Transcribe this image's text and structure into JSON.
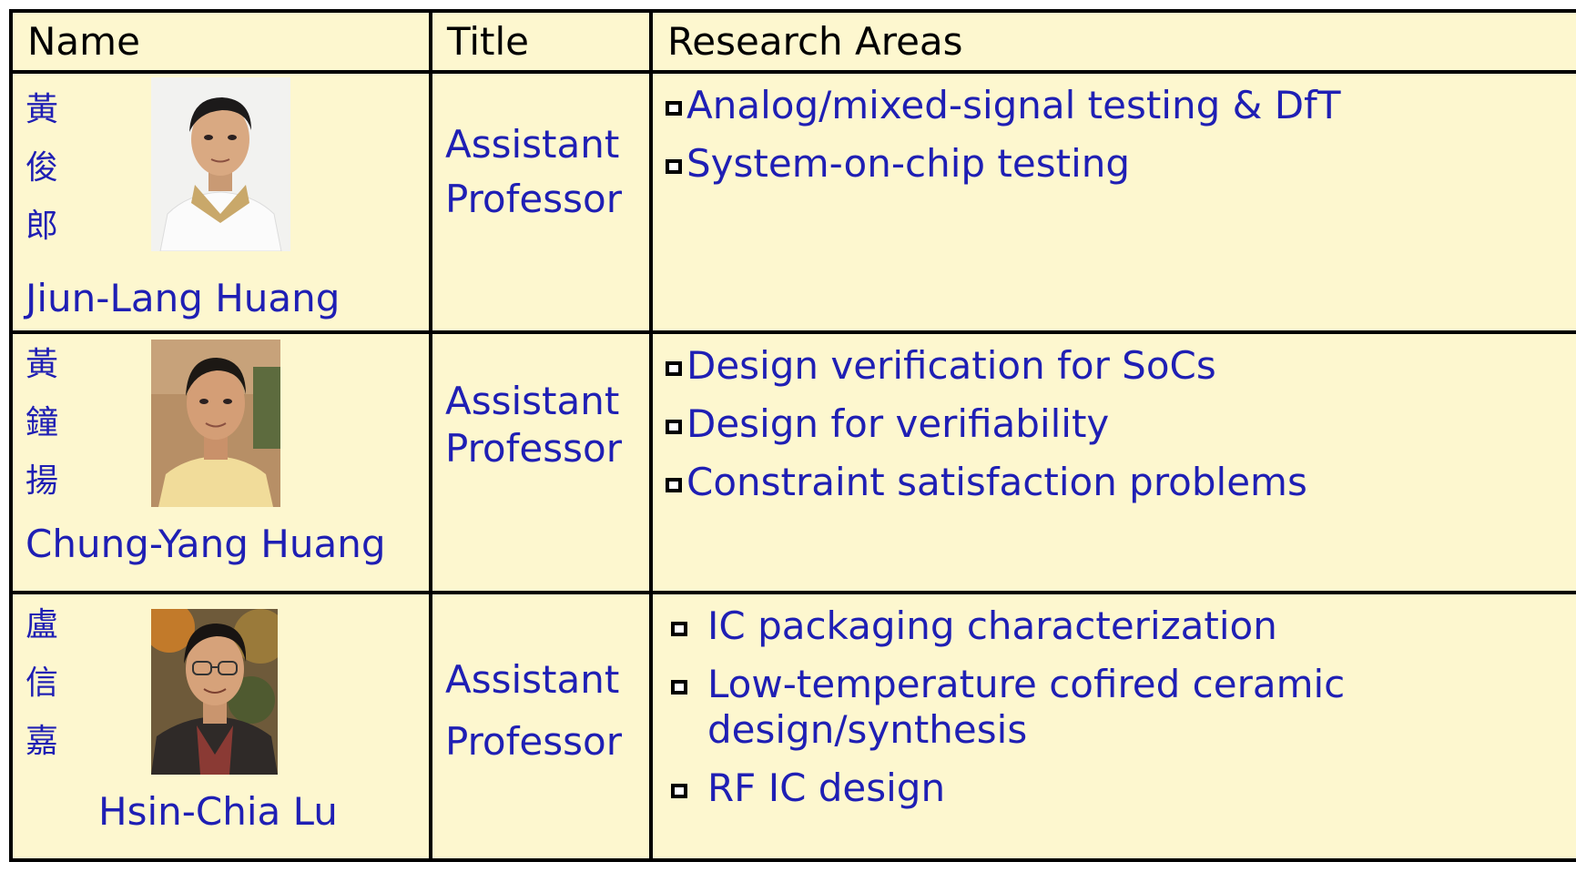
{
  "table": {
    "headers": {
      "name": "Name",
      "title": "Title",
      "research_areas": "Research Areas"
    },
    "rows": [
      {
        "chinese_name": [
          "黃",
          "俊",
          "郎"
        ],
        "english_name": "Jiun-Lang Huang",
        "photo_icon": "portrait-photo",
        "title_lines": [
          "Assistant",
          "Professor"
        ],
        "research_areas": [
          "Analog/mixed-signal testing & DfT",
          "System-on-chip testing"
        ]
      },
      {
        "chinese_name": [
          "黃",
          "鐘",
          "揚"
        ],
        "english_name": "Chung-Yang Huang",
        "photo_icon": "portrait-photo",
        "title_lines": [
          "Assistant",
          "Professor"
        ],
        "research_areas": [
          "Design verification for SoCs",
          "Design for verifiability",
          "Constraint satisfaction problems"
        ]
      },
      {
        "chinese_name": [
          "盧",
          "信",
          "嘉"
        ],
        "english_name": "Hsin-Chia Lu",
        "photo_icon": "portrait-photo",
        "title_lines": [
          "Assistant",
          "Professor"
        ],
        "research_areas": [
          "IC packaging characterization",
          "Low-temperature cofired ceramic design/synthesis",
          "RF IC design"
        ]
      }
    ]
  },
  "colors": {
    "cell_background": "#fdf7cf",
    "text_blue": "#1f1fb4",
    "border": "#000000"
  }
}
